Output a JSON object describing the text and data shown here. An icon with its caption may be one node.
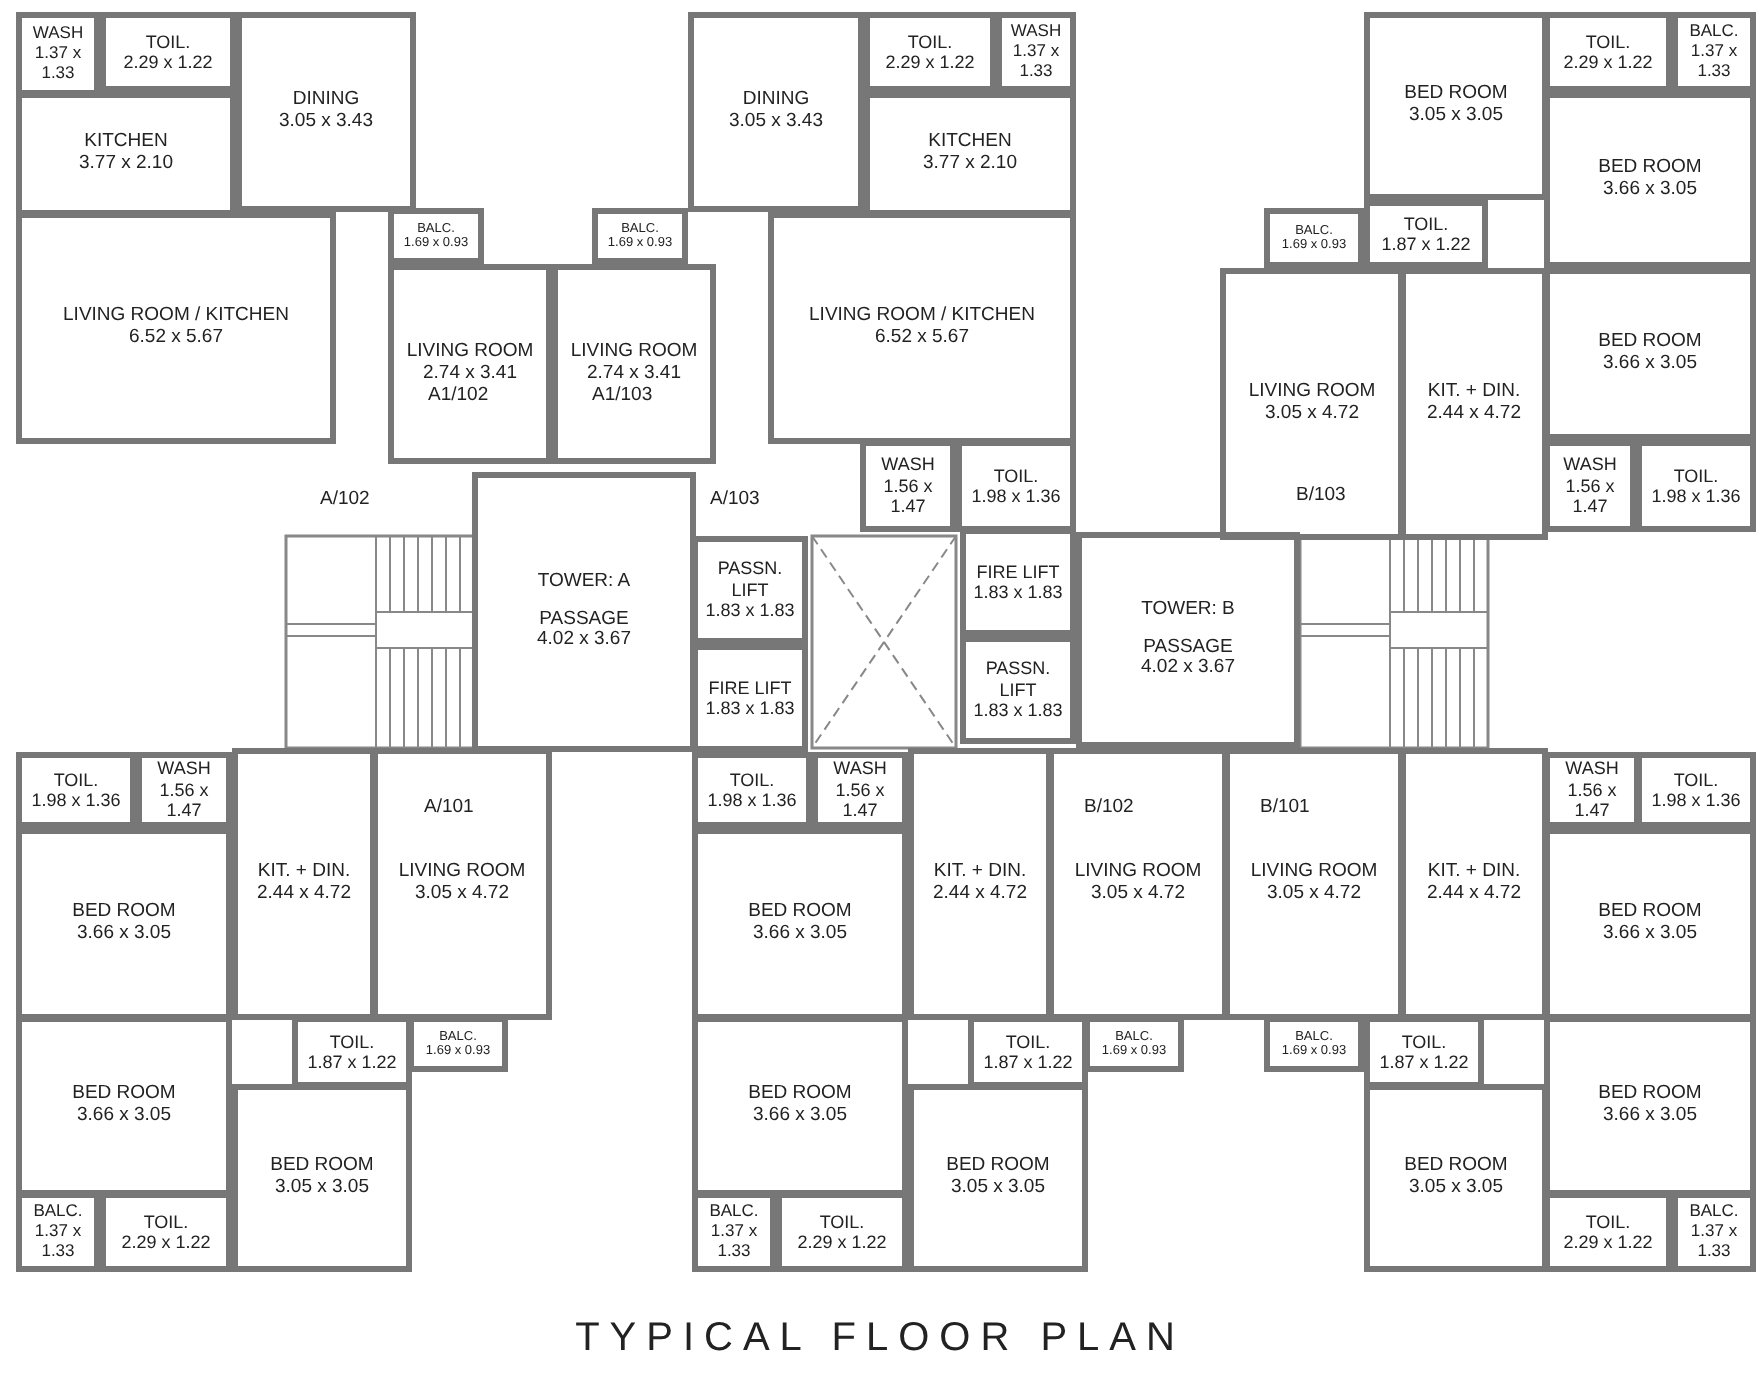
{
  "diagram": {
    "title": "TYPICAL FLOOR PLAN",
    "nodes": [
      {
        "text": [
          "WASH",
          "1.37 x 1.33"
        ]
      },
      {
        "text": [
          "TOIL.",
          "2.29 x 1.22"
        ]
      },
      {
        "text": [
          "DINING",
          "3.05 x 3.43"
        ]
      },
      {
        "text": [
          "KITCHEN",
          "3.77 x 2.10"
        ]
      },
      {
        "text": [
          "LIVING ROOM / KITCHEN",
          "6.52 x 5.67"
        ]
      },
      {
        "text": [
          "BALC.",
          "1.69 x 0.93"
        ]
      },
      {
        "text": [
          "LIVING ROOM",
          "2.74 x 3.41"
        ]
      },
      {
        "text": [
          "LIVING ROOM",
          "2.74 x 3.41"
        ]
      },
      {
        "text": [
          "BALC.",
          "1.69 x 0.93"
        ]
      },
      {
        "text": [
          "DINING",
          "3.05 x 3.43"
        ]
      },
      {
        "text": [
          "TOIL.",
          "2.29 x 1.22"
        ]
      },
      {
        "text": [
          "WASH",
          "1.37 x 1.33"
        ]
      },
      {
        "text": [
          "KITCHEN",
          "3.77 x 2.10"
        ]
      },
      {
        "text": [
          "LIVING ROOM / KITCHEN",
          "6.52 x 5.67"
        ]
      },
      {
        "text": [
          "WASH",
          "1.56 x 1.47"
        ]
      },
      {
        "text": [
          "TOIL.",
          "1.98 x 1.36"
        ]
      },
      {
        "text": [
          "BED ROOM",
          "3.05 x 3.05"
        ]
      },
      {
        "text": [
          "TOIL.",
          "2.29 x 1.22"
        ]
      },
      {
        "text": [
          "BALC.",
          "1.37 x 1.33"
        ]
      },
      {
        "text": [
          "BED ROOM",
          "3.66 x 3.05"
        ]
      },
      {
        "text": [
          "BALC.",
          "1.69 x 0.93"
        ]
      },
      {
        "text": [
          "TOIL.",
          "1.87 x 1.22"
        ]
      },
      {
        "text": [
          "LIVING ROOM",
          "3.05 x 4.72"
        ]
      },
      {
        "text": [
          "KIT. + DIN.",
          "2.44 x 4.72"
        ]
      },
      {
        "text": [
          "BED ROOM",
          "3.66 x 3.05"
        ]
      },
      {
        "text": [
          "WASH",
          "1.56 x 1.47"
        ]
      },
      {
        "text": [
          "TOIL.",
          "1.98 x 1.36"
        ]
      },
      {
        "text": [
          "TOWER: A",
          "PASSAGE",
          "4.02 x 3.67"
        ]
      },
      {
        "text": [
          "PASSN. LIFT",
          "1.83 x 1.83"
        ]
      },
      {
        "text": [
          "FIRE LIFT",
          "1.83 x 1.83"
        ]
      },
      {
        "text": [
          "FIRE LIFT",
          "1.83 x 1.83"
        ]
      },
      {
        "text": [
          "PASSN. LIFT",
          "1.83 x 1.83"
        ]
      },
      {
        "text": [
          "TOWER: B",
          "PASSAGE",
          "4.02 x 3.67"
        ]
      },
      {
        "text": [
          "TOIL.",
          "1.98 x 1.36"
        ]
      },
      {
        "text": [
          "WASH",
          "1.56 x 1.47"
        ]
      },
      {
        "text": [
          "KIT. + DIN.",
          "2.44 x 4.72"
        ]
      },
      {
        "text": [
          "LIVING ROOM",
          "3.05 x 4.72"
        ]
      },
      {
        "text": [
          "BED ROOM",
          "3.66 x 3.05"
        ]
      },
      {
        "text": [
          "BED ROOM",
          "3.66 x 3.05"
        ]
      },
      {
        "text": [
          "TOIL.",
          "1.87 x 1.22"
        ]
      },
      {
        "text": [
          "BALC.",
          "1.69 x 0.93"
        ]
      },
      {
        "text": [
          "BED ROOM",
          "3.05 x 3.05"
        ]
      },
      {
        "text": [
          "BALC.",
          "1.37 x 1.33"
        ]
      },
      {
        "text": [
          "TOIL.",
          "2.29 x 1.22"
        ]
      },
      {
        "text": [
          "TOIL.",
          "1.98 x 1.36"
        ]
      },
      {
        "text": [
          "WASH",
          "1.56 x 1.47"
        ]
      },
      {
        "text": [
          "BED ROOM",
          "3.66 x 3.05"
        ]
      },
      {
        "text": [
          "KIT. + DIN.",
          "2.44 x 4.72"
        ]
      },
      {
        "text": [
          "LIVING ROOM",
          "3.05 x 4.72"
        ]
      },
      {
        "text": [
          "LIVING ROOM",
          "3.05 x 4.72"
        ]
      },
      {
        "text": [
          "KIT. + DIN.",
          "2.44 x 4.72"
        ]
      },
      {
        "text": [
          "BED ROOM",
          "3.66 x 3.05"
        ]
      },
      {
        "text": [
          "TOIL.",
          "1.87 x 1.22"
        ]
      },
      {
        "text": [
          "BALC.",
          "1.69 x 0.93"
        ]
      },
      {
        "text": [
          "BALC.",
          "1.69 x 0.93"
        ]
      },
      {
        "text": [
          "TOIL.",
          "1.87 x 1.22"
        ]
      },
      {
        "text": [
          "BED ROOM",
          "3.05 x 3.05"
        ]
      },
      {
        "text": [
          "BED ROOM",
          "3.05 x 3.05"
        ]
      },
      {
        "text": [
          "BALC.",
          "1.37 x 1.33"
        ]
      },
      {
        "text": [
          "TOIL.",
          "2.29 x 1.22"
        ]
      },
      {
        "text": [
          "WASH",
          "1.56 x 1.47"
        ]
      },
      {
        "text": [
          "TOIL.",
          "1.98 x 1.36"
        ]
      },
      {
        "text": [
          "BED ROOM",
          "3.66 x 3.05"
        ]
      },
      {
        "text": [
          "BED ROOM",
          "3.66 x 3.05"
        ]
      },
      {
        "text": [
          "TOIL.",
          "2.29 x 1.22"
        ]
      },
      {
        "text": [
          "BALC.",
          "1.37 x 1.33"
        ]
      }
    ],
    "labels": [
      "A1/102",
      "A1/103",
      "A/102",
      "A/103",
      "B/103",
      "A/101",
      "B/102",
      "B/101"
    ]
  }
}
